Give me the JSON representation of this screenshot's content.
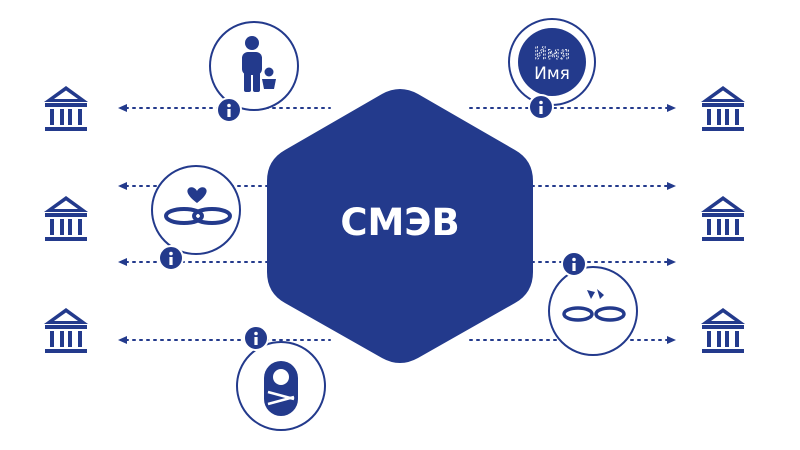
{
  "center": {
    "label": "СМЭВ"
  },
  "icon_labels": {
    "name_change_line1": "Имя",
    "name_change_line2": "Имя"
  },
  "info_glyph": "i",
  "colors": {
    "primary": "#233a8c",
    "background": "#ffffff"
  },
  "icons": {
    "left": [
      "bank-building-icon",
      "bank-building-icon",
      "bank-building-icon"
    ],
    "right": [
      "bank-building-icon",
      "bank-building-icon",
      "bank-building-icon"
    ],
    "events": [
      "parent-with-child-icon",
      "name-change-icon",
      "wedding-rings-icon",
      "divorce-rings-icon",
      "newborn-baby-icon"
    ],
    "badge": "info-icon"
  }
}
